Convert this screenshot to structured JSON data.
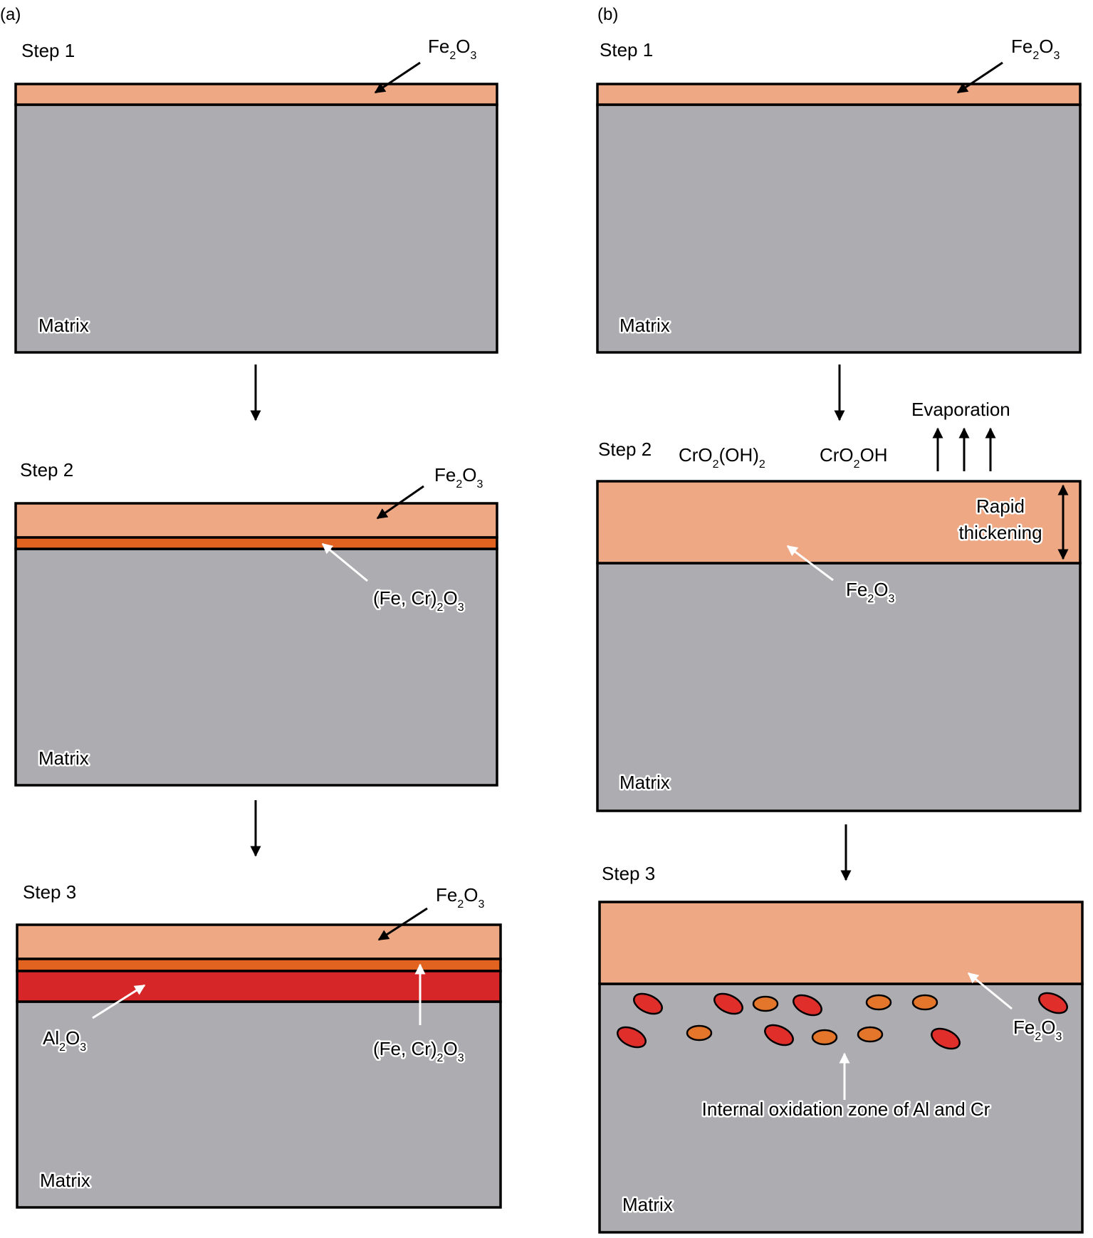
{
  "panels": {
    "a": {
      "label": "(a)",
      "steps": [
        "Step 1",
        "Step 2",
        "Step 3"
      ],
      "matrix": "Matrix",
      "fe2o3": {
        "base": "Fe",
        "s1": "2",
        "mid": "O",
        "s2": "3"
      },
      "fecr": {
        "base": "(Fe, Cr)",
        "s1": "2",
        "mid": "O",
        "s2": "3"
      },
      "al2o3": {
        "base": "Al",
        "s1": "2",
        "mid": "O",
        "s2": "3"
      }
    },
    "b": {
      "label": "(b)",
      "steps": [
        "Step 1",
        "Step 2",
        "Step 3"
      ],
      "matrix": "Matrix",
      "fe2o3": {
        "base": "Fe",
        "s1": "2",
        "mid": "O",
        "s2": "3"
      },
      "cro2oh2": {
        "base": "CrO",
        "s1": "2",
        "mid": "(OH)",
        "s2": "2"
      },
      "cro2oh": {
        "base": "CrO",
        "s1": "2",
        "mid": "OH"
      },
      "evaporation": "Evaporation",
      "rapid": "Rapid",
      "thickening": "thickening",
      "internal_zone": "Internal oxidation zone of Al and Cr"
    }
  },
  "colors": {
    "matrix": "#adadb1",
    "fe2o3": "#eea884",
    "fecr2o3": "#e2621f",
    "al2o3": "#d62628",
    "precip_red": "#e02e2b",
    "precip_orange": "#e4762b"
  }
}
